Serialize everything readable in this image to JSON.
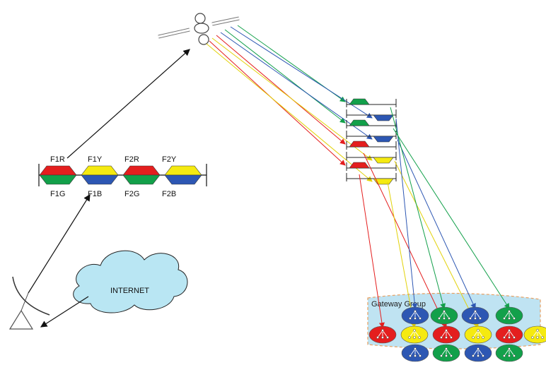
{
  "frequency_bar": {
    "top_labels": [
      "F1R",
      "F1Y",
      "F2R",
      "F2Y"
    ],
    "bottom_labels": [
      "F1G",
      "F1B",
      "F2G",
      "F2B"
    ]
  },
  "cloud": {
    "label": "INTERNET"
  },
  "gateway_group": {
    "label": "Gateway Group"
  },
  "colors": {
    "red": "#e41e1e",
    "yellow": "#f5ea10",
    "green": "#12a04a",
    "blue": "#2d57b3",
    "cloud": "#b9e6f3",
    "gateway_bg": "#bfe3f2",
    "gateway_border": "#e8a060"
  }
}
